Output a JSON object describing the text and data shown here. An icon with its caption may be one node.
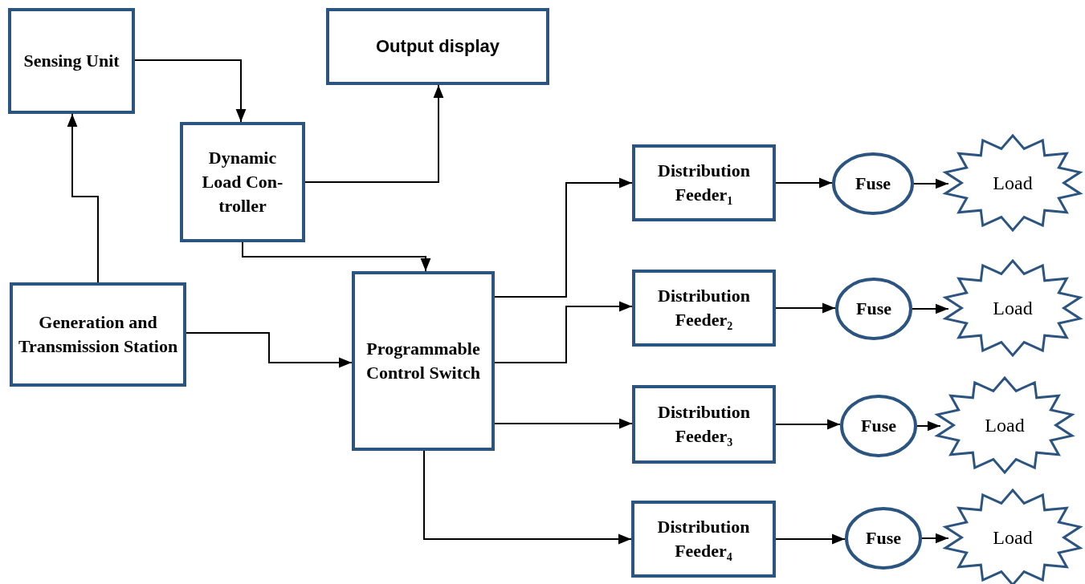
{
  "diagram": {
    "nodes": [
      {
        "text": [
          "Sensing Unit"
        ]
      },
      {
        "text": [
          "Output display"
        ]
      },
      {
        "text": [
          "Dynamic Load Con-troller"
        ]
      },
      {
        "text": [
          "Generation and Transmission Station"
        ]
      },
      {
        "text": [
          "Programmable Control Switch"
        ]
      },
      {
        "text": [
          "Distribution Feeder$_{1}$"
        ]
      },
      {
        "text": [
          "Distribution Feeder$_{2}$"
        ]
      },
      {
        "text": [
          "Distribution Feeder$_{3}$"
        ]
      },
      {
        "text": [
          "Distribution Feeder$_{4}$"
        ]
      },
      {
        "text": [
          "Fuse"
        ]
      },
      {
        "text": [
          "Fuse"
        ]
      },
      {
        "text": [
          "Fuse"
        ]
      },
      {
        "text": [
          "Fuse"
        ]
      },
      {
        "text": [
          "Load"
        ]
      },
      {
        "text": [
          "Load"
        ]
      },
      {
        "text": [
          "Load"
        ]
      },
      {
        "text": [
          "Load"
        ]
      }
    ],
    "edges": [
      {
        "from": 0,
        "to": 2,
        "arrow": "to"
      },
      {
        "from": 2,
        "to": 1,
        "arrow": "to"
      },
      {
        "from": 2,
        "to": 4,
        "arrow": "to"
      },
      {
        "from": 3,
        "to": 0,
        "arrow": "to"
      },
      {
        "from": 3,
        "to": 4,
        "arrow": "to"
      },
      {
        "from": 4,
        "to": 5,
        "arrow": "to"
      },
      {
        "from": 4,
        "to": 6,
        "arrow": "to"
      },
      {
        "from": 4,
        "to": 7,
        "arrow": "to"
      },
      {
        "from": 4,
        "to": 8,
        "arrow": "to"
      },
      {
        "from": 5,
        "to": 9,
        "arrow": "to"
      },
      {
        "from": 6,
        "to": 10,
        "arrow": "to"
      },
      {
        "from": 7,
        "to": 11,
        "arrow": "to"
      },
      {
        "from": 8,
        "to": 12,
        "arrow": "to"
      },
      {
        "from": 9,
        "to": 13,
        "arrow": "to"
      },
      {
        "from": 10,
        "to": 14,
        "arrow": "to"
      },
      {
        "from": 11,
        "to": 15,
        "arrow": "to"
      },
      {
        "from": 12,
        "to": 16,
        "arrow": "to"
      }
    ]
  }
}
